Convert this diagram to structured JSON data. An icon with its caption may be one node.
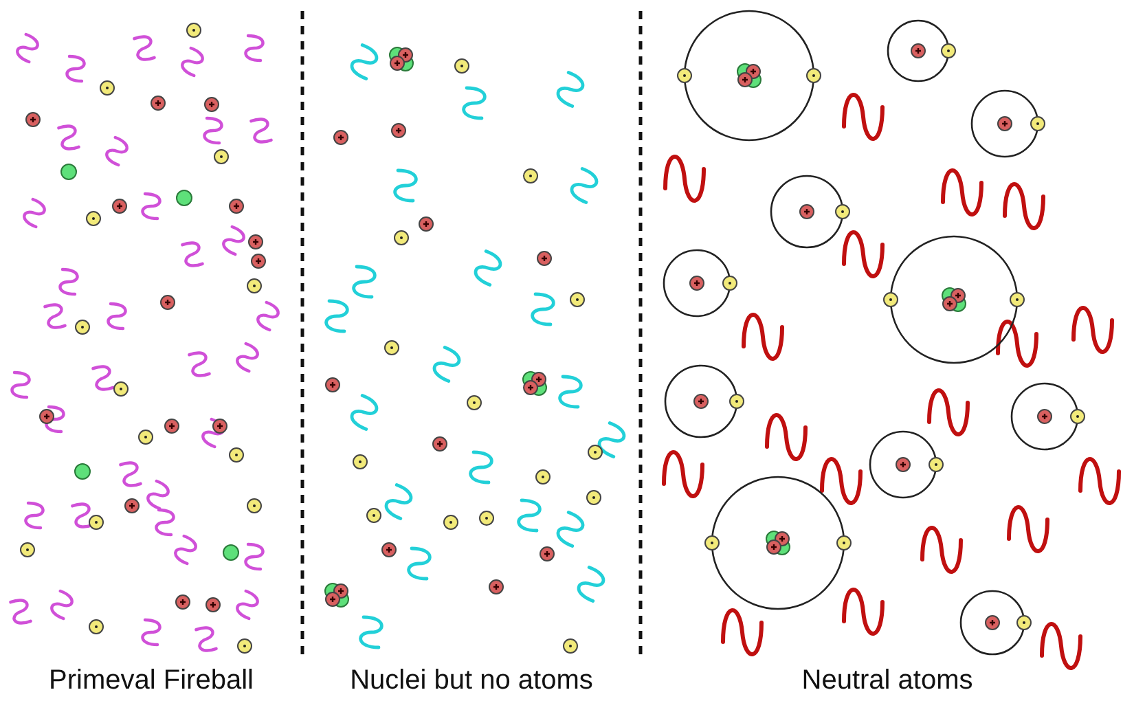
{
  "diagram": {
    "labels": [
      "Primeval Fireball",
      "Nuclei but no atoms",
      "Neutral atoms"
    ]
  }
}
